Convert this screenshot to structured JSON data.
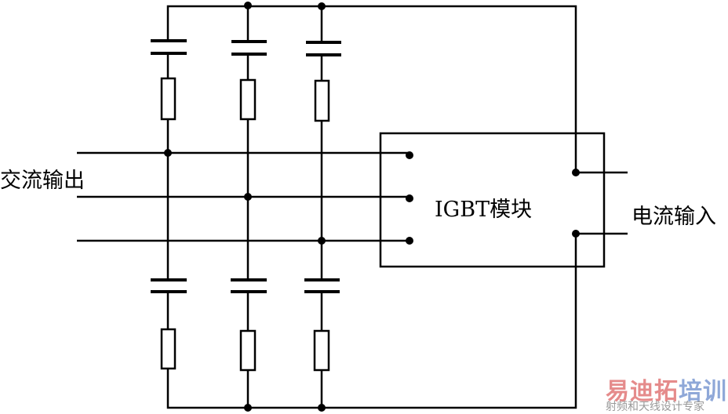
{
  "labels": {
    "ac_output": "交流输出",
    "igbt_module": "IGBT模块",
    "current_input": "电流输入"
  },
  "watermark": {
    "brand_red": "易迪拓",
    "brand_blue": "培训",
    "tagline": "射频和天线设计专家"
  },
  "colors": {
    "line": "#000000",
    "watermark_red": "#e58b8b",
    "watermark_blue": "#8fa8d8"
  }
}
